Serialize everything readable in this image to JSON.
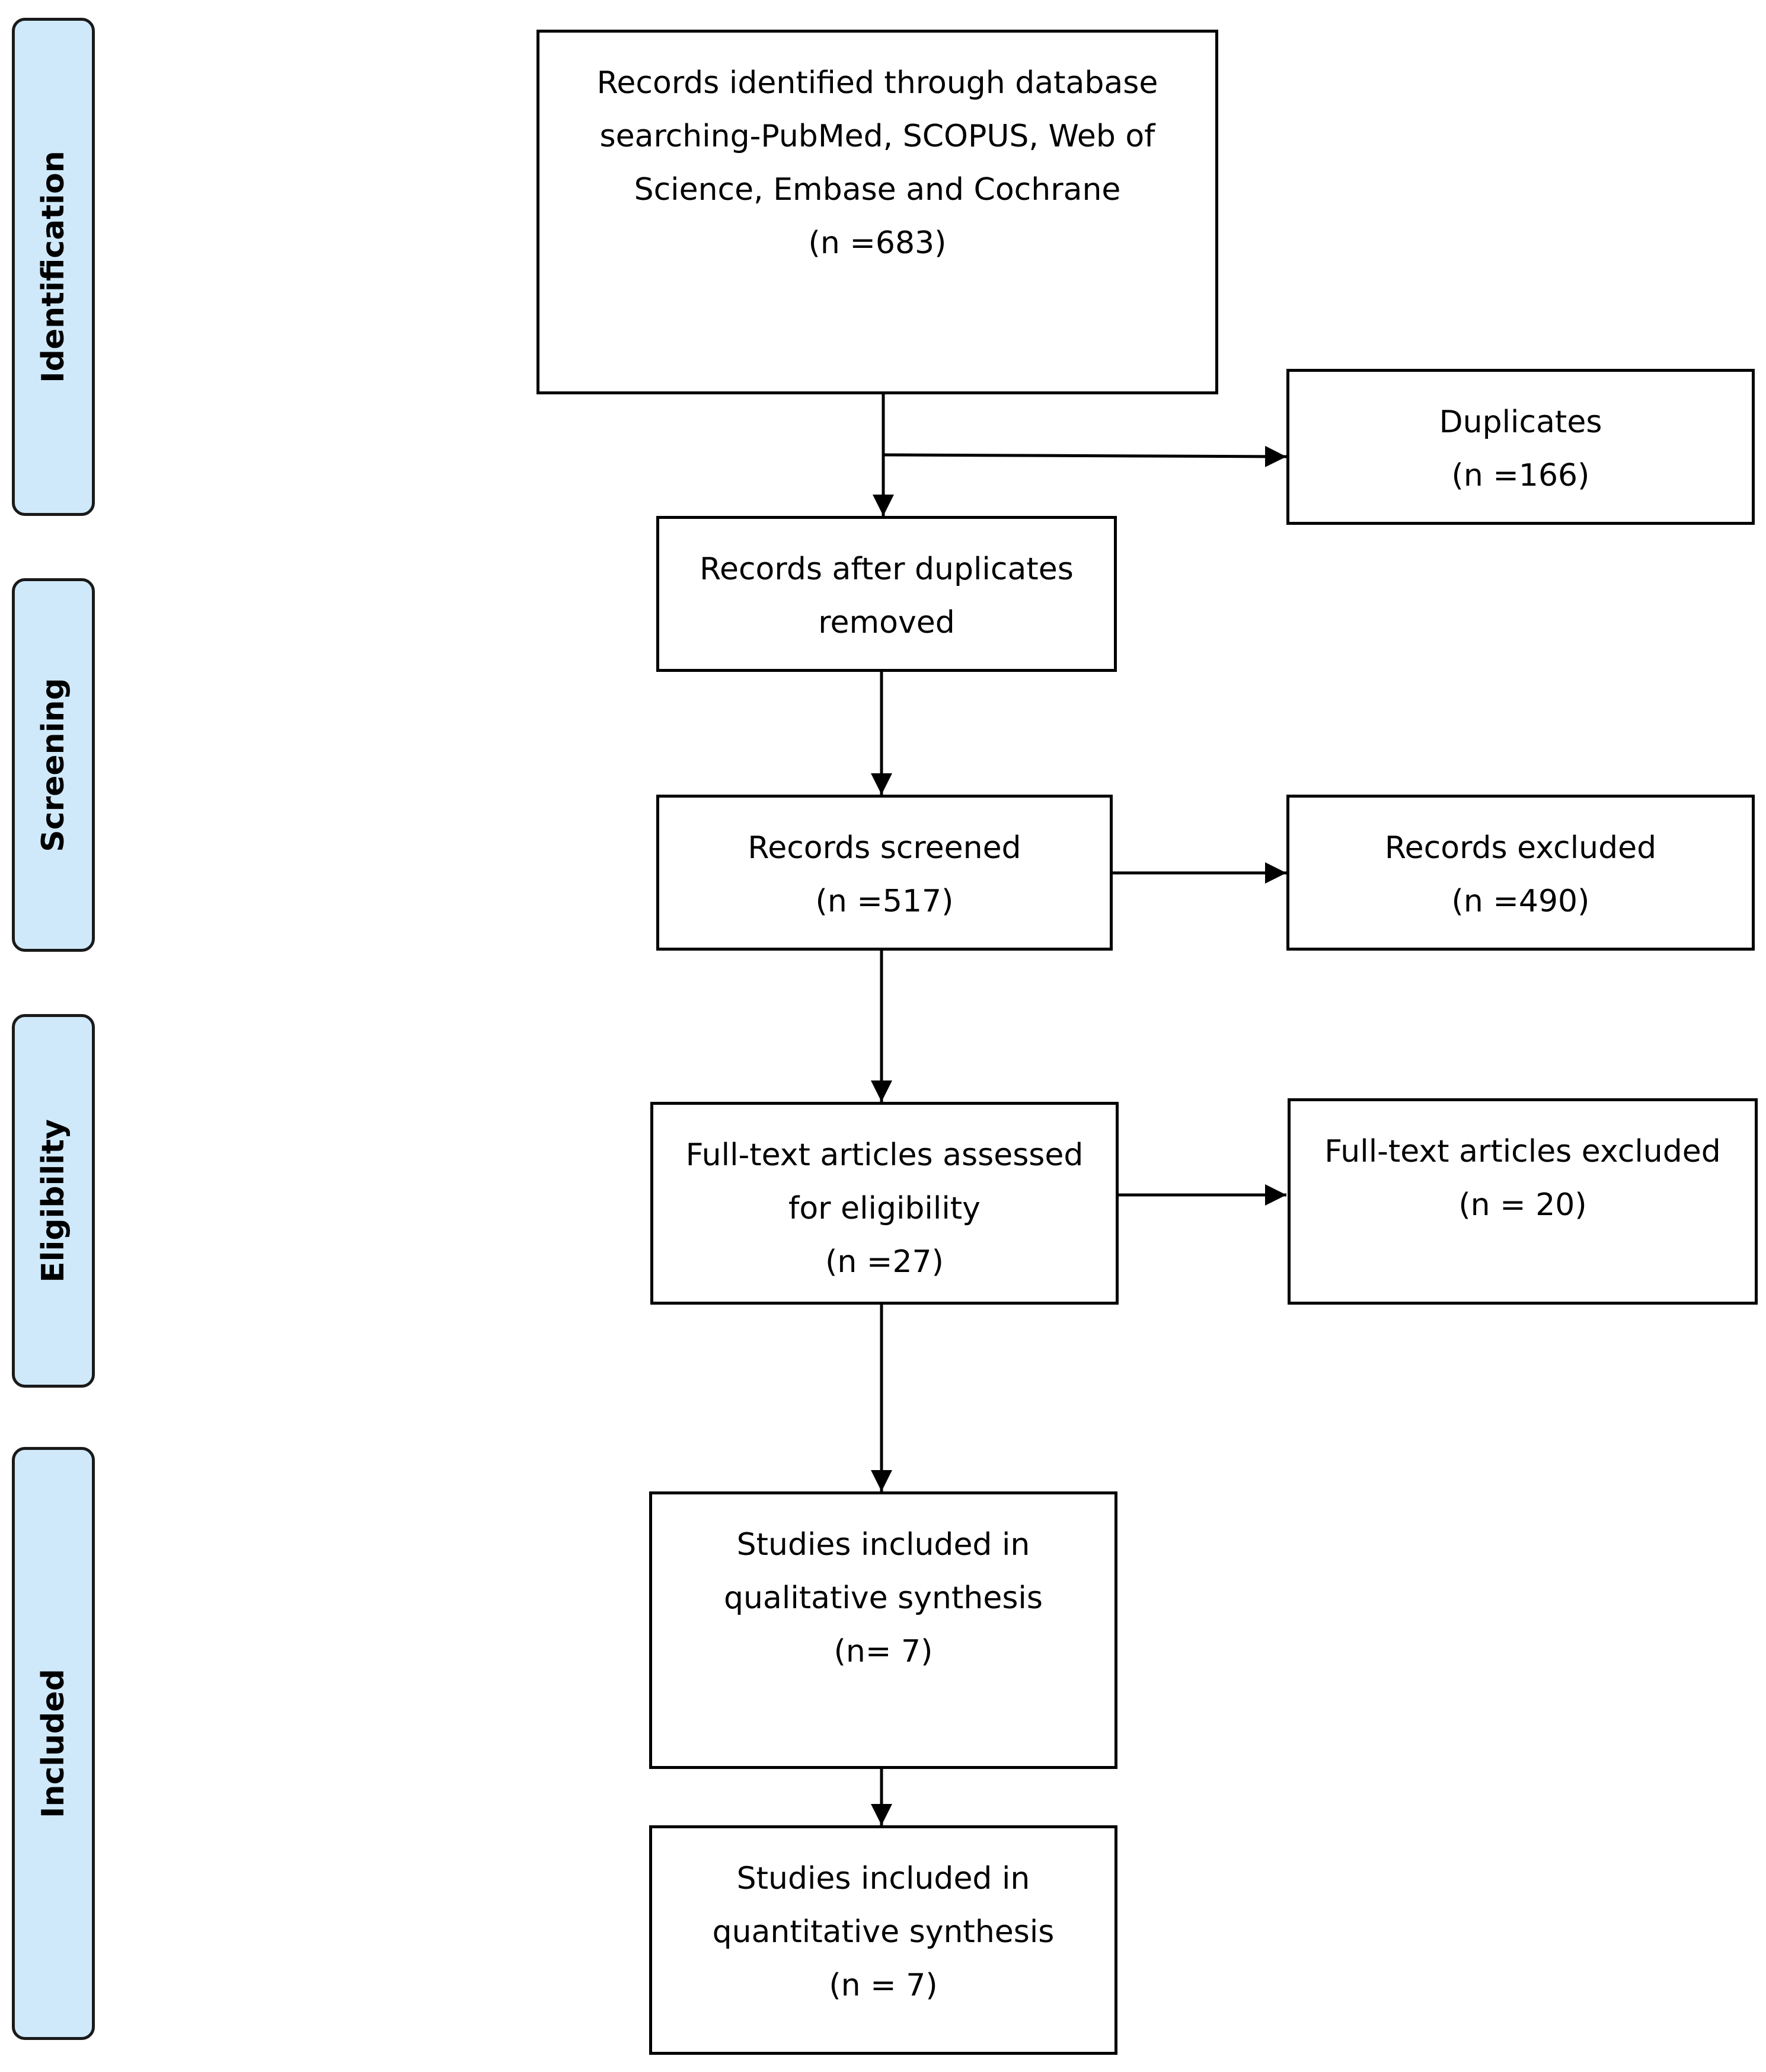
{
  "stages": [
    "Identification",
    "Screening",
    "Eligibility",
    "Included"
  ],
  "boxes": {
    "identified": [
      "Records identified through database",
      "searching-PubMed, SCOPUS, Web of",
      "Science, Embase and Cochrane",
      "(n =683)"
    ],
    "duplicates": [
      "Duplicates",
      "(n =166)"
    ],
    "after_duplicates": [
      "Records after duplicates",
      "removed"
    ],
    "screened": [
      "Records screened",
      "(n =517)"
    ],
    "excluded": [
      "Records excluded",
      "(n =490)"
    ],
    "fulltext": [
      "Full-text articles assessed",
      "for eligibility",
      "(n =27)"
    ],
    "fulltext_excluded": [
      "Full-text articles excluded",
      "(n = 20)"
    ],
    "qualitative": [
      "Studies included in",
      "qualitative synthesis",
      "(n= 7)"
    ],
    "quantitative": [
      "Studies included in",
      "quantitative synthesis",
      "(n = 7)"
    ]
  },
  "colors": {
    "stage_fill": "#cfe9fb",
    "stage_border": "#1a1a1a",
    "line": "#000000"
  }
}
